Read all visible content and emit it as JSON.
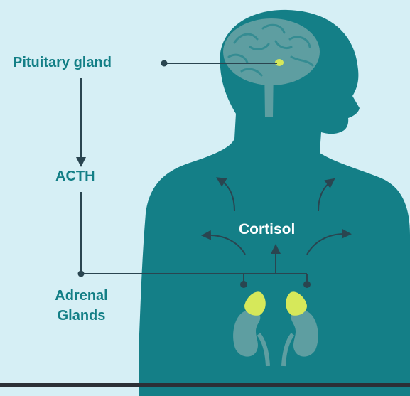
{
  "labels": {
    "pituitary": "Pituitary gland",
    "acth": "ACTH",
    "adrenal_line1": "Adrenal",
    "adrenal_line2": "Glands",
    "cortisol": "Cortisol"
  },
  "colors": {
    "background": "#d6eff5",
    "body": "#147f87",
    "organ": "#5e9ea1",
    "gland": "#d6e85a",
    "line": "#2a4550",
    "label": "#137f86"
  }
}
